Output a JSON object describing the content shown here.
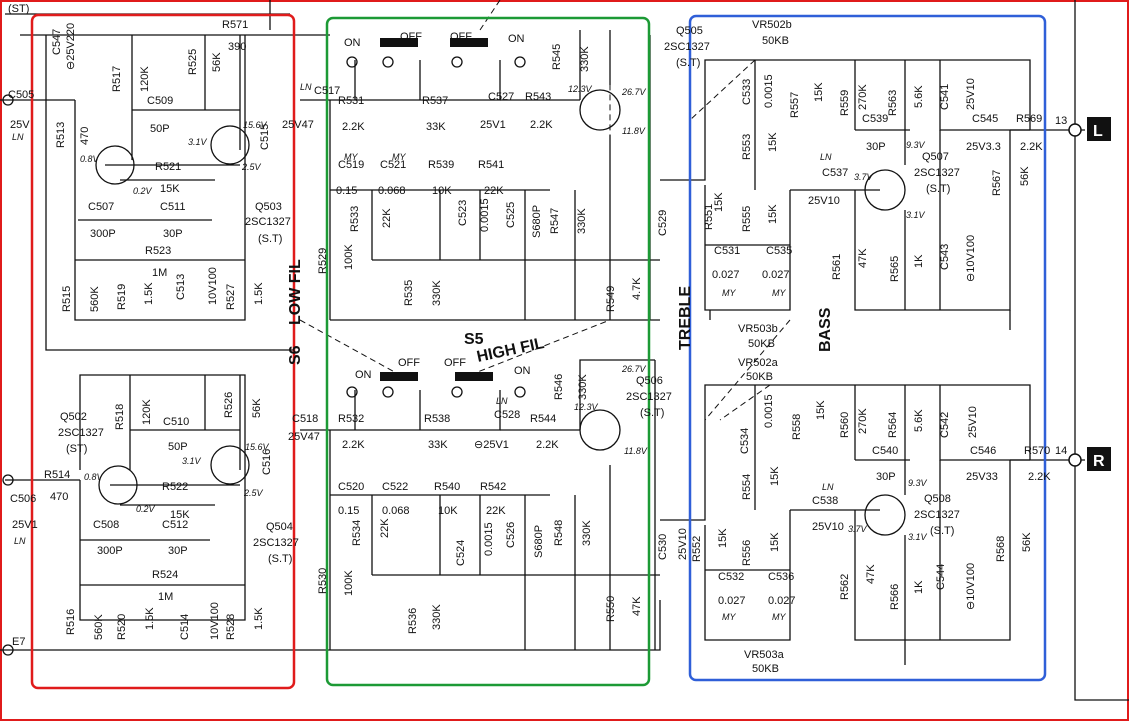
{
  "colors": {
    "frame": "#e01b1b",
    "region_low": "#e01b1b",
    "region_high": "#1c9a35",
    "region_tone": "#2f5fd8"
  },
  "top": {
    "st": "(ST)",
    "r571": "R571",
    "r571v": "390",
    "c547": "C547",
    "c547v": "⊖25V220",
    "c505": "C505",
    "c505v": "25V",
    "ln1": "LN"
  },
  "low_upper": {
    "r517": "R517",
    "r517v": "120K",
    "r525": "R525",
    "r525v": "56K",
    "c509": "C509",
    "c509v": "50P",
    "r513": "R513",
    "r513v": "470",
    "v08": "0.8V",
    "v31": "3.1V",
    "v156": "15.6V",
    "c515": "C515",
    "r521": "R521",
    "r521v": "15K",
    "v02": "0.2V",
    "v25": "2.5V",
    "c507": "C507",
    "c507v": "300P",
    "c511": "C511",
    "c511v": "30P",
    "q503": "Q503",
    "q503t": "2SC1327",
    "q503s": "(S.T)",
    "r523": "R523",
    "r523v": "1M",
    "r515": "R515",
    "r515v": "560K",
    "r519": "R519",
    "r519v": "1.5K",
    "c513": "C513",
    "c513v": "10V100",
    "r527": "R527",
    "r527v": "1.5K"
  },
  "low_lower": {
    "q502": "Q502",
    "q502t": "2SC1327",
    "q502s": "(ST)",
    "r518": "R518",
    "r518v": "120K",
    "c510": "C510",
    "c510v": "50P",
    "r526": "R526",
    "r526v": "56K",
    "v156": "15.6V",
    "v31": "3.1V",
    "v08": "0.8V",
    "c516": "C516",
    "v25": "2.5V",
    "r514": "R514",
    "r514v": "470",
    "c506": "C506",
    "c506v": "25V1",
    "ln": "LN",
    "r522": "R522",
    "r522v": "15K",
    "v02": "0.2V",
    "c508": "C508",
    "c508v": "300P",
    "c512": "C512",
    "c512v": "30P",
    "q504": "Q504",
    "q504t": "2SC1327",
    "q504s": "(S.T)",
    "r524": "R524",
    "r524v": "1M",
    "r516": "R516",
    "r516v": "560K",
    "r520": "R520",
    "r520v": "1.5K",
    "c514": "C514",
    "c514v": "10V100",
    "r528": "R528",
    "r528v": "1.5K",
    "e7": "E7"
  },
  "switches": {
    "s6": "S6",
    "low_fil": "LOW FIL",
    "s5": "S5",
    "high_fil": "HIGH FIL",
    "on": "ON",
    "off": "OFF"
  },
  "high_upper": {
    "c517": "C517",
    "c517v": "25V47",
    "ln": "LN",
    "r531": "R531",
    "r531v": "2.2K",
    "r537": "R537",
    "r537v": "33K",
    "c527": "C527",
    "c527v": "25V1",
    "r543": "R543",
    "r543v": "2.2K",
    "r545": "R545",
    "r545v": "330K",
    "v123": "12.3V",
    "v267": "26.7V",
    "v118": "11.8V",
    "my": "MY",
    "c519": "C519",
    "c519v": "0.15",
    "c521": "C521",
    "c521v": "0.068",
    "r539": "R539",
    "r539v": "10K",
    "r541": "R541",
    "r541v": "22K",
    "r533": "R533",
    "r533v": "22K",
    "c523": "C523",
    "c523v": "0.0015",
    "c525": "C525",
    "c525v": "S680P",
    "r547": "R547",
    "r547v": "330K",
    "r529": "R529",
    "r529v": "100K",
    "r535": "R535",
    "r535v": "330K",
    "r549": "R549",
    "r549v": "4.7K",
    "c529": "C529"
  },
  "high_lower": {
    "c518": "C518",
    "c518v": "25V47",
    "ln": "LN",
    "r532": "R532",
    "r532v": "2.2K",
    "r538": "R538",
    "r538v": "33K",
    "c528": "C528",
    "c528v": "⊖25V1",
    "r544": "R544",
    "r544v": "2.2K",
    "r546": "R546",
    "r546v": "330K",
    "v267": "26.7V",
    "v123": "12.3V",
    "v118": "11.8V",
    "q506": "Q506",
    "q506t": "2SC1327",
    "q506s": "(S.T)",
    "c520": "C520",
    "c520v": "0.15",
    "c522": "C522",
    "c522v": "0.068",
    "r540": "R540",
    "r540v": "10K",
    "r542": "R542",
    "r542v": "22K",
    "r534": "R534",
    "r534v": "22K",
    "c524": "C524",
    "c524v": "0.0015",
    "c526": "C526",
    "c526v": "S680P",
    "r548": "R548",
    "r548v": "330K",
    "r530": "R530",
    "r530v": "100K",
    "r536": "R536",
    "r536v": "330K",
    "r550": "R550",
    "r550v": "47K",
    "c530": "C530",
    "c530v": "25V10"
  },
  "tone_upper": {
    "q505": "Q505",
    "q505t": "2SC1327",
    "q505s": "(S.T)",
    "vr502b": "VR502b",
    "vr502bv": "50KB",
    "c533": "C533",
    "c533v": "0.0015",
    "r557": "R557",
    "r557v": "15K",
    "r559": "R559",
    "r559v": "270K",
    "r563": "R563",
    "r563v": "5.6K",
    "c541": "C541",
    "c541v": "25V10",
    "r553": "R553",
    "r553v": "15K",
    "c539": "C539",
    "c539v": "30P",
    "v93": "9.3V",
    "c545": "C545",
    "c545v": "25V3.3",
    "r569": "R569",
    "r569v": "2.2K",
    "out": "13",
    "ch": "L",
    "treble": "TREBLE",
    "ln": "LN",
    "c537": "C537",
    "c537v": "25V10",
    "v37": "3.7V",
    "q507": "Q507",
    "q507t": "2SC1327",
    "q507s": "(S.T)",
    "r567": "R567",
    "r567v": "56K",
    "r551": "R551",
    "r551v": "15K",
    "r555": "R555",
    "r555v": "15K",
    "v31": "3.1V",
    "c531": "C531",
    "c531v": "0.027",
    "c535": "C535",
    "c535v": "0.027",
    "r561": "R561",
    "r561v": "47K",
    "r565": "R565",
    "r565v": "1K",
    "c543": "C543",
    "c543v": "⊖10V100",
    "my": "MY",
    "vr503b": "VR503b",
    "vr503bv": "50KB",
    "bass": "BASS"
  },
  "tone_lower": {
    "vr502a": "VR502a",
    "vr502av": "50KB",
    "c534": "C534",
    "c534v": "0.0015",
    "r558": "R558",
    "r558v": "15K",
    "r560": "R560",
    "r560v": "270K",
    "r564": "R564",
    "r564v": "5.6K",
    "c542": "C542",
    "c542v": "25V10",
    "c540": "C540",
    "c540v": "30P",
    "v93": "9.3V",
    "c546": "C546",
    "c546v": "25V33",
    "r570": "R570",
    "r570v": "2.2K",
    "out": "14",
    "ch": "R",
    "r554": "R554",
    "r554v": "15K",
    "ln": "LN",
    "c538": "C538",
    "c538v": "25V10",
    "v37": "3.7V",
    "q508": "Q508",
    "q508t": "2SC1327",
    "q508s": "(S.T)",
    "v31": "3.1V",
    "r552": "R552",
    "r552v": "15K",
    "r556": "R556",
    "r556v": "15K",
    "r562": "R562",
    "r562v": "47K",
    "r566": "R566",
    "r566v": "1K",
    "c544": "C544",
    "c544v": "⊖10V100",
    "r568": "R568",
    "r568v": "56K",
    "c532": "C532",
    "c532v": "0.027",
    "c536": "C536",
    "c536v": "0.027",
    "my": "MY",
    "vr503a": "VR503a",
    "vr503av": "50KB"
  }
}
